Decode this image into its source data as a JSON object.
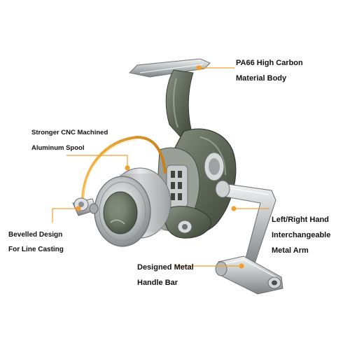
{
  "callouts": {
    "body": {
      "line1": "PA66 High Carbon",
      "line2": "Material Body"
    },
    "spool": {
      "line1": "Stronger CNC Machined",
      "line2": "Aluminum Spool"
    },
    "bevel": {
      "line1": "Bevelled Design",
      "line2": "For Line Casting"
    },
    "arm": {
      "line1": "Left/Right Hand",
      "line2": "Interchangeable",
      "line3": "Metal Arm"
    },
    "handle": {
      "line1": "Designed Metal",
      "line2": "Handle Bar"
    }
  },
  "colors": {
    "leader": "#f0a030",
    "text": "#111111",
    "bail": "#e39a2e",
    "body_green": "#6c7564",
    "metal_silver": "#c6c8c9"
  },
  "icons": {
    "product": "spinning-fishing-reel"
  }
}
